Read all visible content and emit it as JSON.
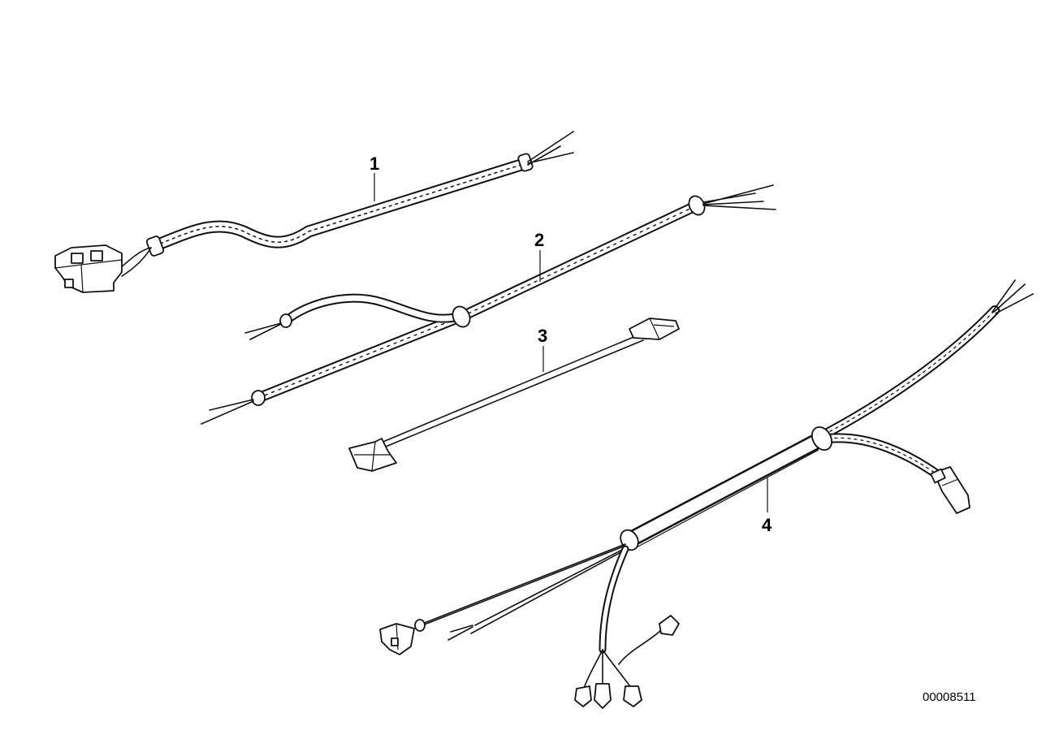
{
  "parts": [
    {
      "label": "1"
    },
    {
      "label": "2"
    },
    {
      "label": "3"
    },
    {
      "label": "4"
    }
  ],
  "document_id": "00008511"
}
